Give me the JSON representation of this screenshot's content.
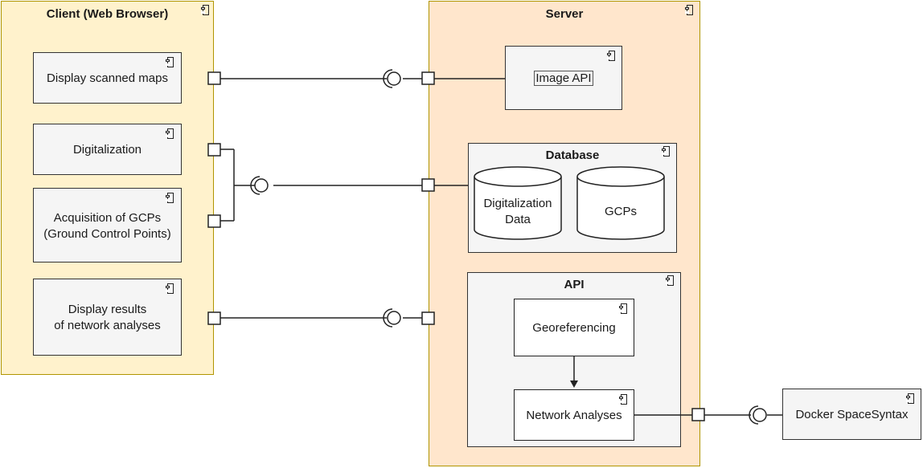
{
  "client": {
    "title": "Client (Web Browser)",
    "components": {
      "display_maps": "Display scanned maps",
      "digitalization": "Digitalization",
      "gcps_line1": "Acquisition of GCPs",
      "gcps_line2": "(Ground Control Points)",
      "results_line1": "Display results",
      "results_line2": "of network analyses"
    }
  },
  "server": {
    "title": "Server",
    "image_api": "Image API",
    "database": {
      "title": "Database",
      "cyl1_line1": "Digitalization",
      "cyl1_line2": "Data",
      "cyl2": "GCPs"
    },
    "api": {
      "title": "API",
      "georeferencing": "Georeferencing",
      "network_analyses": "Network Analyses"
    }
  },
  "external": {
    "docker": "Docker SpaceSyntax"
  }
}
